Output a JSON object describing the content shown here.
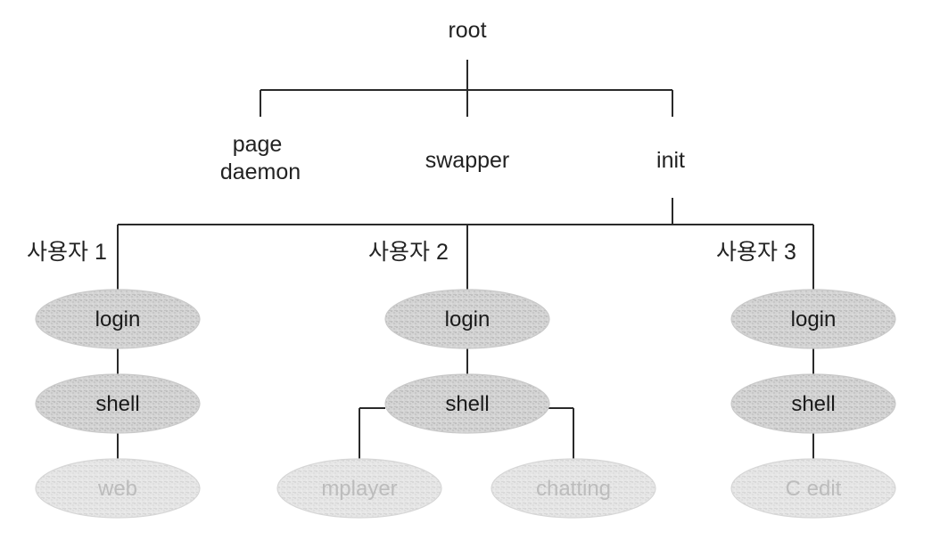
{
  "diagram": {
    "root": "root",
    "system": {
      "page_daemon_line1": "page",
      "page_daemon_line2": "daemon",
      "swapper": "swapper",
      "init": "init"
    },
    "users": [
      {
        "label": "사용자 1",
        "login": "login",
        "shell": "shell",
        "apps": [
          "web"
        ]
      },
      {
        "label": "사용자 2",
        "login": "login",
        "shell": "shell",
        "apps": [
          "mplayer",
          "chatting"
        ]
      },
      {
        "label": "사용자 3",
        "login": "login",
        "shell": "shell",
        "apps": [
          "C edit"
        ]
      }
    ]
  },
  "colors": {
    "edge": "#2a2a2a",
    "node_fill": "#d2d2d2",
    "app_node_fill": "#e4e4e4",
    "app_text": "#bcbcbc"
  }
}
